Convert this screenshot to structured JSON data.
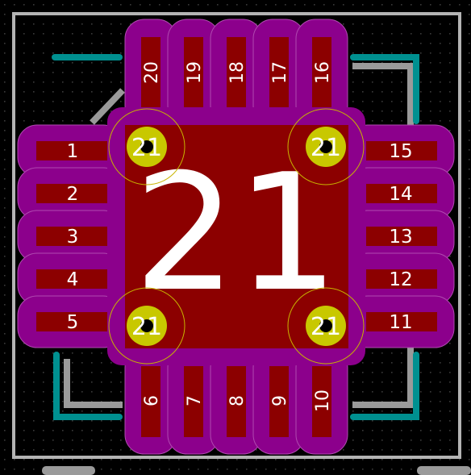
{
  "footprint": {
    "center_pad_label": "21",
    "via_label": "21",
    "left_pads": [
      "1",
      "2",
      "3",
      "4",
      "5"
    ],
    "bottom_pads": [
      "6",
      "7",
      "8",
      "9",
      "10"
    ],
    "right_pads": [
      "11",
      "12",
      "13",
      "14",
      "15"
    ],
    "top_pads": [
      "16",
      "17",
      "18",
      "19",
      "20"
    ]
  },
  "colors": {
    "background": "#000000",
    "grid_dots": "#3a3a3a",
    "courtyard": "#b4b4b4",
    "silkscreen": "#009090",
    "mask": "#8c008c",
    "copper": "#8c0000",
    "via_ring": "#c8c800",
    "via_hole": "#000000",
    "outline": "#c8b400",
    "text": "#ffffff"
  }
}
